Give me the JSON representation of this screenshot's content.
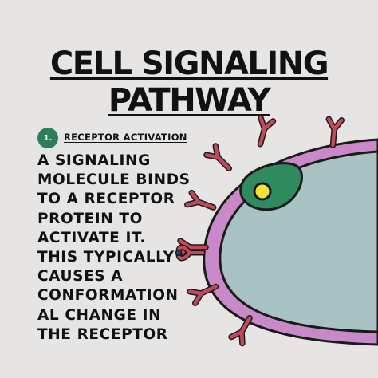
{
  "title": {
    "line1": "CELL SIGNALING",
    "line2": "PATHWAY"
  },
  "step": {
    "number": "1.",
    "label": "RECEPTOR ACTIVATION"
  },
  "description_lines": [
    "A SIGNALING",
    "MOLECULE BINDS",
    "TO A RECEPTOR",
    "PROTEIN TO",
    "ACTIVATE IT.",
    "THIS TYPICALLY",
    "CAUSES A",
    "CONFORMATION",
    "AL CHANGE IN",
    "THE RECEPTOR"
  ],
  "colors": {
    "background": "#e6e5e3",
    "membrane": "#c989c9",
    "cytoplasm": "#a9c2c3",
    "nucleus": "#2f8a5e",
    "nucleolus": "#f1e23c",
    "receptor": "#c04a5a",
    "signal_molecule": "#1f3f8c",
    "badge": "#2e7d5b"
  }
}
